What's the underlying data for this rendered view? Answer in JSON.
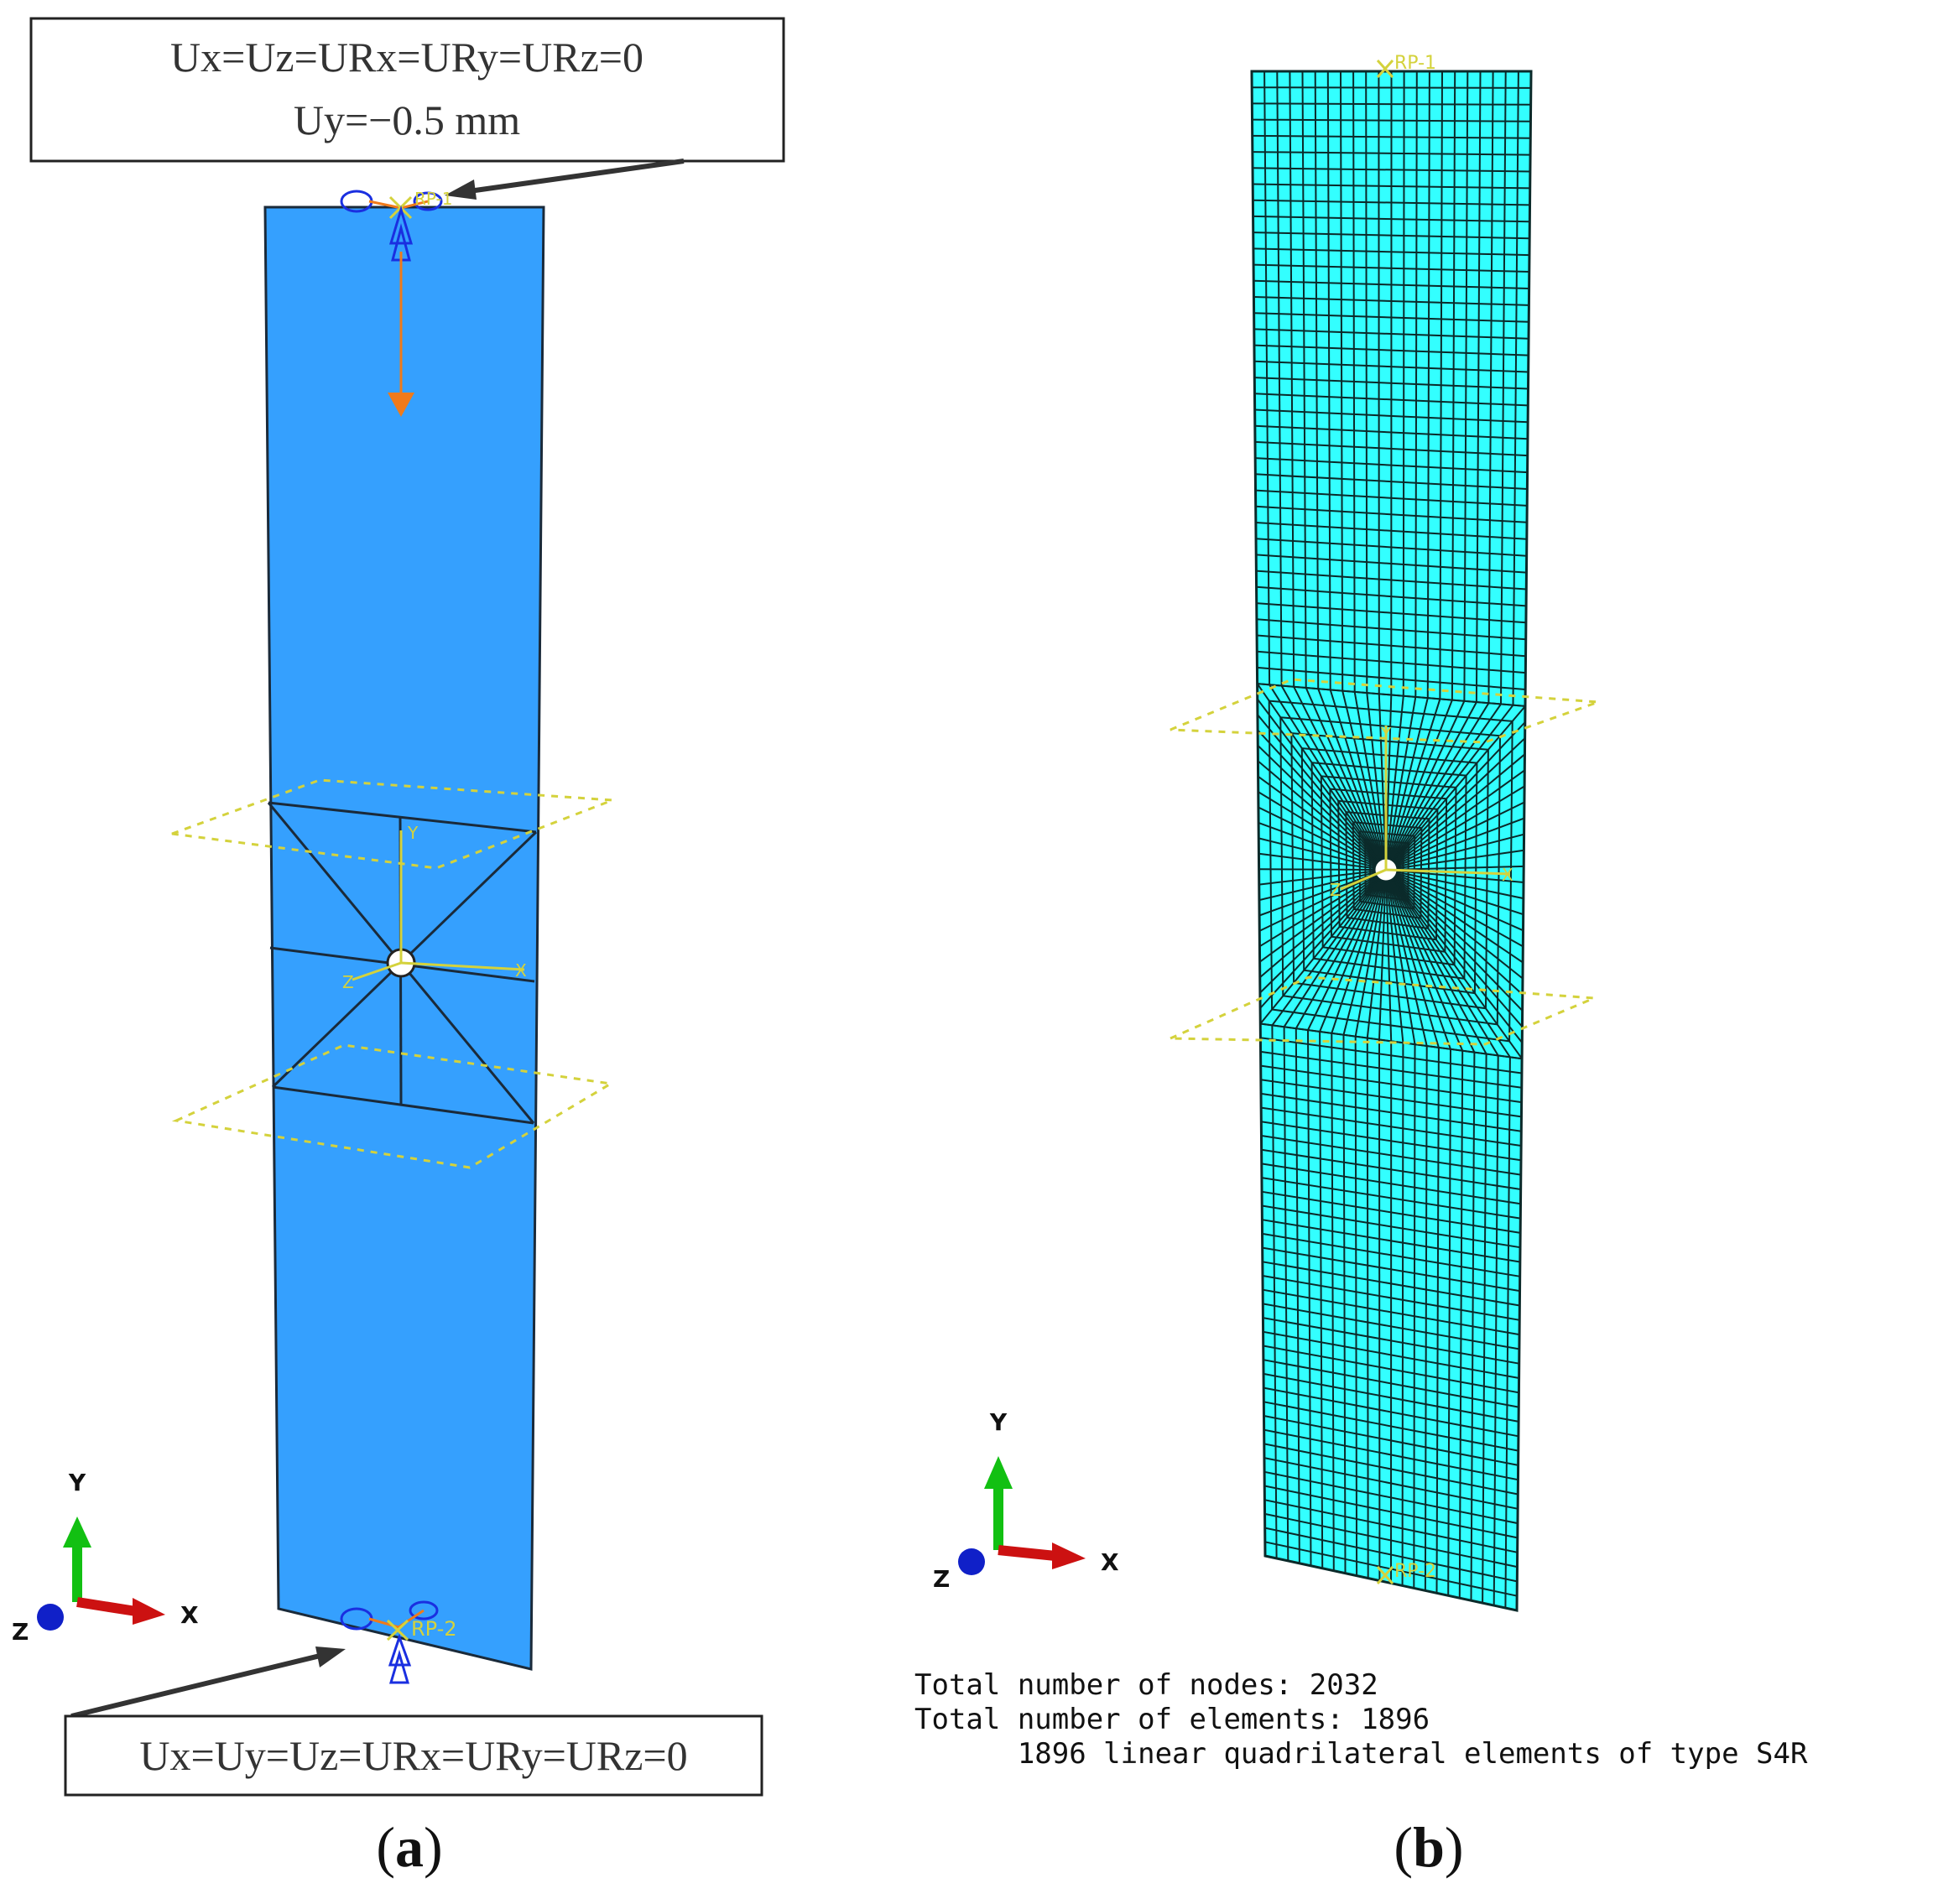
{
  "panel_a": {
    "top_bc_line1": "Ux=Uz=URx=URy=URz=0",
    "top_bc_line2": "Uy=−0.5 mm",
    "bottom_bc": "Ux=Uy=Uz=URx=URy=URz=0",
    "rp_top": "RP-1",
    "rp_bottom": "RP-2",
    "csys": {
      "x": "X",
      "y": "Y",
      "z": "Z"
    },
    "triad": {
      "x": "X",
      "y": "Y",
      "z": "Z"
    },
    "label": "(a)",
    "label_open": "(",
    "label_letter": "a",
    "label_close": ")"
  },
  "panel_b": {
    "rp_top": "RP-1",
    "rp_bottom": "RP-2",
    "csys": {
      "x": "X",
      "y": "Y",
      "z": "Z"
    },
    "triad": {
      "x": "X",
      "y": "Y",
      "z": "Z"
    },
    "mesh_info": [
      "Total number of nodes: 2032",
      "Total number of elements: 1896",
      "      1896 linear quadrilateral elements of type S4R"
    ],
    "label_open": "(",
    "label_letter": "b",
    "label_close": ")"
  },
  "colors": {
    "plate_a": "#35a0fe",
    "plate_b": "#33ffff",
    "mesh_line": "#0b2a2a",
    "partition_line": "#1a2a3a",
    "datum_yellow": "#d4d23c",
    "axis_green": "#12c012",
    "axis_red": "#cc1111",
    "axis_blue": "#1020c8",
    "bc_blue": "#1a2fe0",
    "load_orange": "#f07a1a"
  }
}
